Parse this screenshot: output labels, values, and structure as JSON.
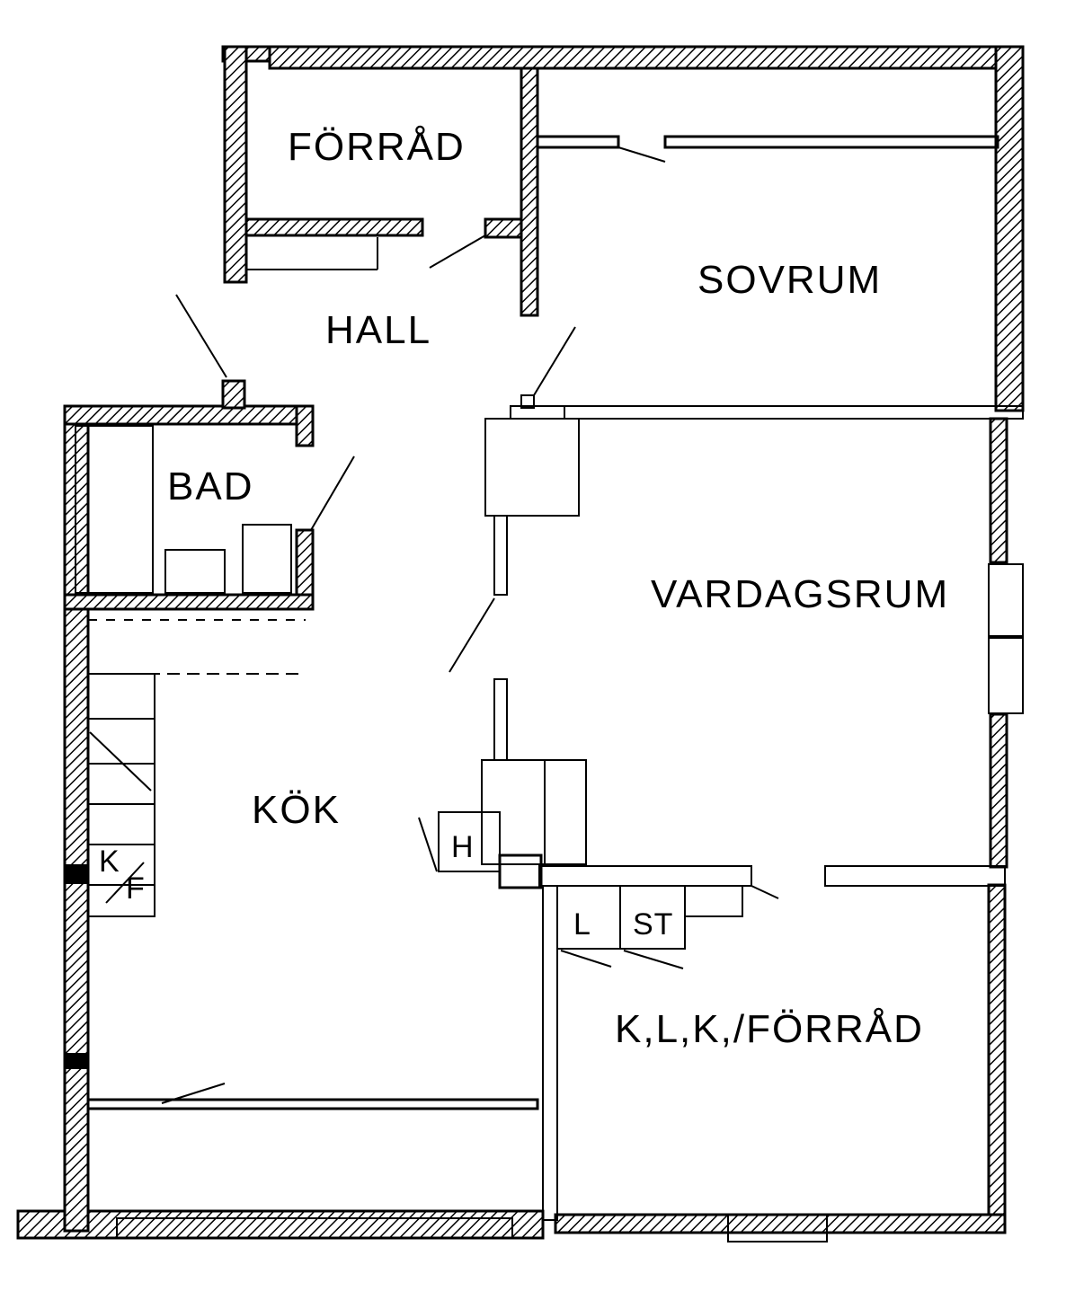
{
  "rooms": {
    "forrad_top": "FÖRRÅD",
    "sovrum": "SOVRUM",
    "hall": "HALL",
    "bad": "BAD",
    "vardagsrum": "VARDAGSRUM",
    "kok": "KÖK",
    "klk_forrad": "K,L,K,/FÖRRÅD"
  },
  "fixtures": {
    "h": "H",
    "kf_k": "K",
    "kf_f": "F",
    "l": "L",
    "st": "ST"
  },
  "colors": {
    "ink": "#000000",
    "paper": "#ffffff"
  }
}
